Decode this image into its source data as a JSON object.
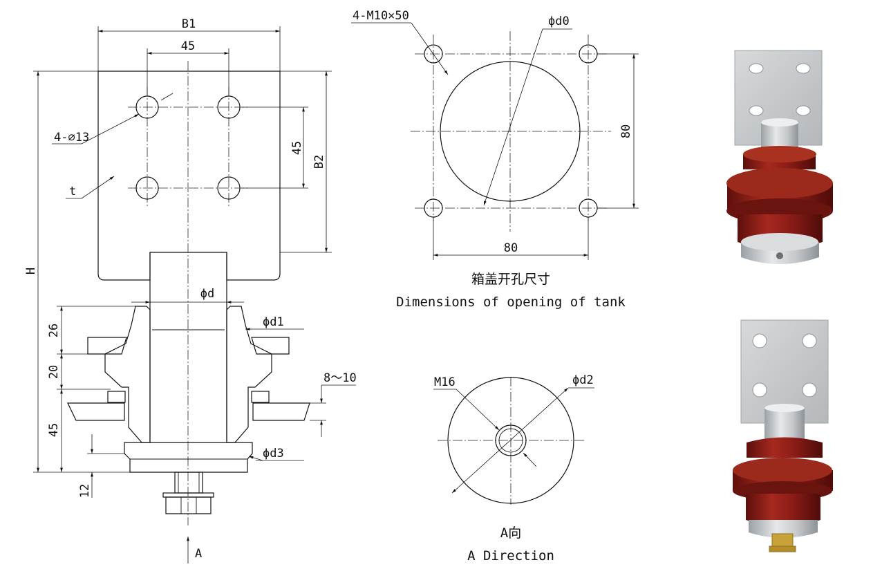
{
  "drawing": {
    "front_view": {
      "dims": {
        "b1": "B1",
        "hole_pitch_x": "45",
        "holes": "4-∅13",
        "hole_pitch_y": "45",
        "b2": "B2",
        "thickness": "t",
        "height": "H",
        "phi_d": "ϕd",
        "phi_d1": "ϕd1",
        "d26": "26",
        "d20": "20",
        "d45": "45",
        "range": "8～10",
        "phi_d3": "ϕd3",
        "d12": "12",
        "view_arrow": "A"
      }
    },
    "tank_opening": {
      "dims": {
        "bolts": "4-M10×50",
        "phi_d0": "ϕd0",
        "h80": "80",
        "v80": "80"
      },
      "caption_cn": "箱盖开孔尺寸",
      "caption_en": "Dimensions of opening of tank"
    },
    "a_direction": {
      "dims": {
        "m16": "M16",
        "phi_d2": "ϕd2"
      },
      "caption_cn": "A向",
      "caption_en": "A Direction"
    }
  },
  "photos": {
    "colors": {
      "insulator": "#8e1d18",
      "terminal": "#c9ccce",
      "brass": "#c7a23a"
    }
  }
}
